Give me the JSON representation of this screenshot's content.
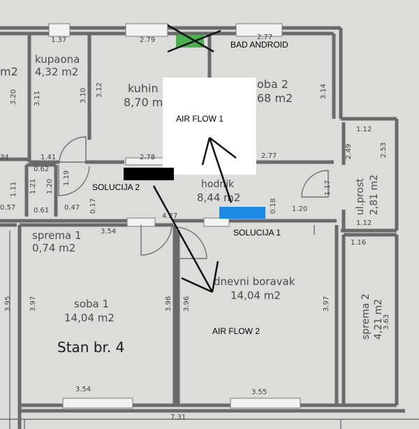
{
  "rooms": {
    "left_cut": "m2",
    "kupaona_name": "kupaona",
    "kupaona_area": "4,32 m2",
    "kuhinja_name": "kuhin",
    "kuhinja_area": "8,70 m",
    "soba2_name": "oba 2",
    "soba2_area": "68 m2",
    "hodnik_name": "hodnik",
    "hodnik_area": "8,44 m2",
    "ulprost_name": "ul.prost",
    "ulprost_area": "2,81 m2",
    "sprema1_name": "sprema 1",
    "sprema1_area": "0,74 m2",
    "soba1_name": "soba 1",
    "soba1_area": "14,04 m2",
    "dnevni_name": "dnevni boravak",
    "dnevni_area": "14,04 m2",
    "sprema2_name": "sprema 2",
    "sprema2_area": "4,21 m2"
  },
  "title": "Stan br. 4",
  "dims": {
    "d137": "1.37",
    "d279": "2.79",
    "d277a": "2.77",
    "d320": "3.20",
    "d311": "3.11",
    "d310": "3.10",
    "d312": "3.12",
    "d314": "3.14",
    "d141": "1.41",
    "d278": "2.78",
    "d277b": "2.77",
    "d112a": "1.12",
    "d249": "2.49",
    "d253": "2.53",
    "d062": "0.62",
    "d121": "1.21",
    "d120": "1.20",
    "d119": "1.19",
    "d111": "1.11",
    "d057": "0.57",
    "d061": "0.61",
    "d047": "0.47",
    "d017": "0.17",
    "d018": "0.18",
    "d120b": "1.20",
    "d117": "1.17",
    "d112b": "1.12",
    "d354a": "3.54",
    "d427": "4.27",
    "d116": "1.16",
    "d395": "3.95",
    "d397a": "3.97",
    "d396a": "3.96",
    "d396b": "3.96",
    "d397b": "3.97",
    "d363": "3.63",
    "d354b": "3.54",
    "d355": "3.55",
    "d731": "7.31",
    "d34": "34"
  },
  "annotations": {
    "bad_android": "BAD ANDROID",
    "air_flow_1": "AIR FLOW 1",
    "air_flow_2": "AIR FLOW 2",
    "solucija_1": "SOLUCIJA 1",
    "solucija_2": "SOLUCIJA 2"
  },
  "colors": {
    "solucija_1_marker": "#1e88e5",
    "solucija_2_marker": "#000000",
    "bad_android_marker": "#4caf50",
    "annotation_box": "#ffffff"
  }
}
